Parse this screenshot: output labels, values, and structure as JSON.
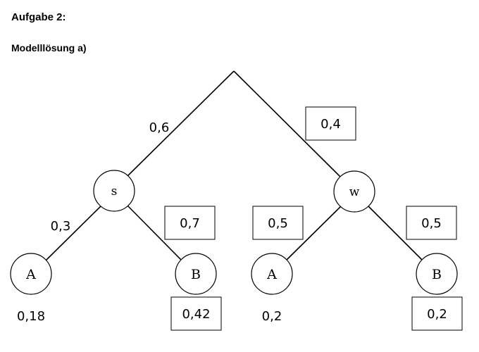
{
  "header": {
    "task": "Aufgabe 2:",
    "solution": "Modelllösung a)"
  },
  "tree": {
    "nodes": {
      "s": "s",
      "w": "w",
      "s_A": "A",
      "s_B": "B",
      "w_A": "A",
      "w_B": "B"
    },
    "edges": {
      "root_s": "0,6",
      "root_w": "0,4",
      "s_A": "0,3",
      "s_B": "0,7",
      "w_A": "0,5",
      "w_B": "0,5"
    },
    "results": {
      "s_A": "0,18",
      "s_B": "0,42",
      "w_A": "0,2",
      "w_B": "0,2"
    }
  }
}
